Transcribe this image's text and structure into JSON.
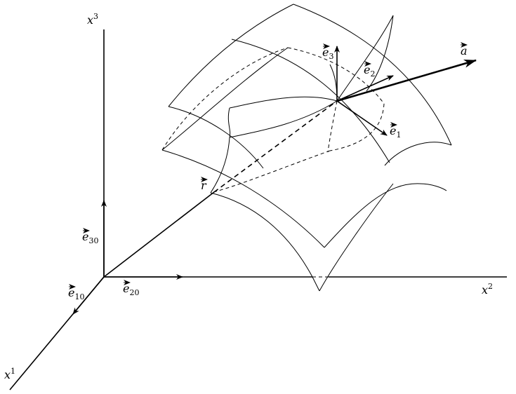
{
  "labels": {
    "x1_base": "x",
    "x1_sup": "1",
    "x2_base": "x",
    "x2_sup": "2",
    "x3_base": "x",
    "x3_sup": "3",
    "e10_base": "e",
    "e10_sub": "10",
    "e20_base": "e",
    "e20_sub": "20",
    "e30_base": "e",
    "e30_sub": "30",
    "e1_base": "e",
    "e1_sub": "1",
    "e2_base": "e",
    "e2_sub": "2",
    "e3_base": "e",
    "e3_sub": "3",
    "r": "r",
    "a": "a"
  }
}
